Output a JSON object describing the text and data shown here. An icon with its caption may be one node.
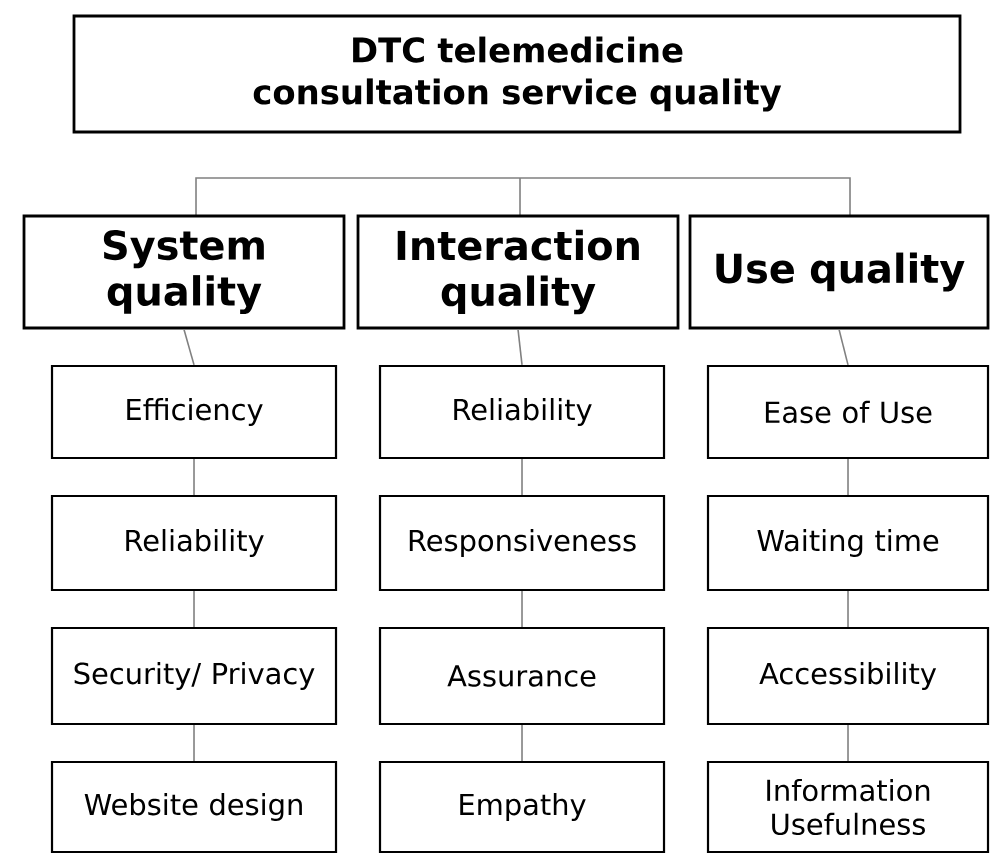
{
  "diagram": {
    "nodes": [
      {
        "text": [
          "DTC telemedicine consultation service quality"
        ]
      },
      {
        "text": [
          "System quality"
        ]
      },
      {
        "text": [
          "Interaction quality"
        ]
      },
      {
        "text": [
          "Use quality"
        ]
      },
      {
        "text": [
          "Efficiency"
        ]
      },
      {
        "text": [
          "Reliability"
        ]
      },
      {
        "text": [
          "Security/ Privacy"
        ]
      },
      {
        "text": [
          "Website design"
        ]
      },
      {
        "text": [
          "Reliability"
        ]
      },
      {
        "text": [
          "Responsiveness"
        ]
      },
      {
        "text": [
          "Assurance"
        ]
      },
      {
        "text": [
          "Empathy"
        ]
      },
      {
        "text": [
          "Ease of Use"
        ]
      },
      {
        "text": [
          "Waiting time"
        ]
      },
      {
        "text": [
          "Accessibility"
        ]
      },
      {
        "text": [
          "Information Usefulness"
        ]
      }
    ],
    "edges": [
      {
        "from": 1,
        "to": 4,
        "arrow": "none"
      },
      {
        "from": 4,
        "to": 5,
        "arrow": "none"
      },
      {
        "from": 5,
        "to": 6,
        "arrow": "none"
      },
      {
        "from": 6,
        "to": 7,
        "arrow": "none"
      },
      {
        "from": 2,
        "to": 8,
        "arrow": "none"
      },
      {
        "from": 8,
        "to": 9,
        "arrow": "none"
      },
      {
        "from": 9,
        "to": 10,
        "arrow": "none"
      },
      {
        "from": 10,
        "to": 11,
        "arrow": "none"
      },
      {
        "from": 3,
        "to": 12,
        "arrow": "none"
      },
      {
        "from": 12,
        "to": 13,
        "arrow": "none"
      },
      {
        "from": 13,
        "to": 14,
        "arrow": "none"
      },
      {
        "from": 14,
        "to": 15,
        "arrow": "none"
      }
    ]
  }
}
